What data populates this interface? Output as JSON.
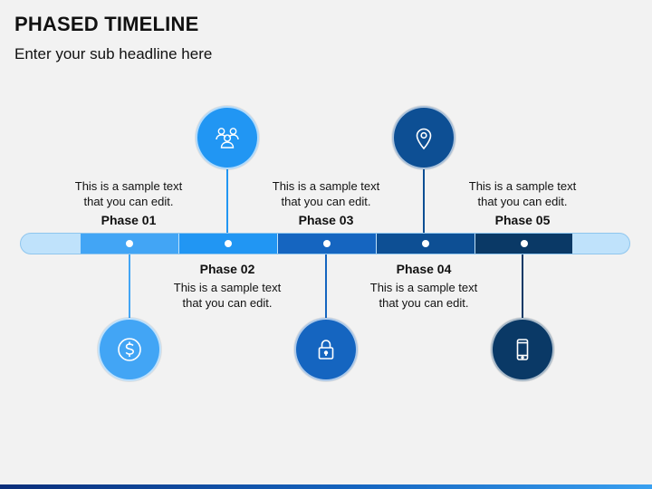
{
  "title": "PHASED TIMELINE",
  "subtitle": "Enter your sub headline here",
  "phases": [
    {
      "name": "Phase 01",
      "text": "This is a sample text\nthat you can edit.",
      "icon": "dollar-icon",
      "color": "#42a5f5"
    },
    {
      "name": "Phase 02",
      "text": "This is a sample text\nthat you can edit.",
      "icon": "team-icon",
      "color": "#2196f3"
    },
    {
      "name": "Phase 03",
      "text": "This is a sample text\nthat you can edit.",
      "icon": "lock-icon",
      "color": "#1565c0"
    },
    {
      "name": "Phase 04",
      "text": "This is a sample text\nthat you can edit.",
      "icon": "location-pin-icon",
      "color": "#0d4f94"
    },
    {
      "name": "Phase 05",
      "text": "This is a sample text\nthat you can edit.",
      "icon": "smartphone-icon",
      "color": "#0a3966"
    }
  ]
}
